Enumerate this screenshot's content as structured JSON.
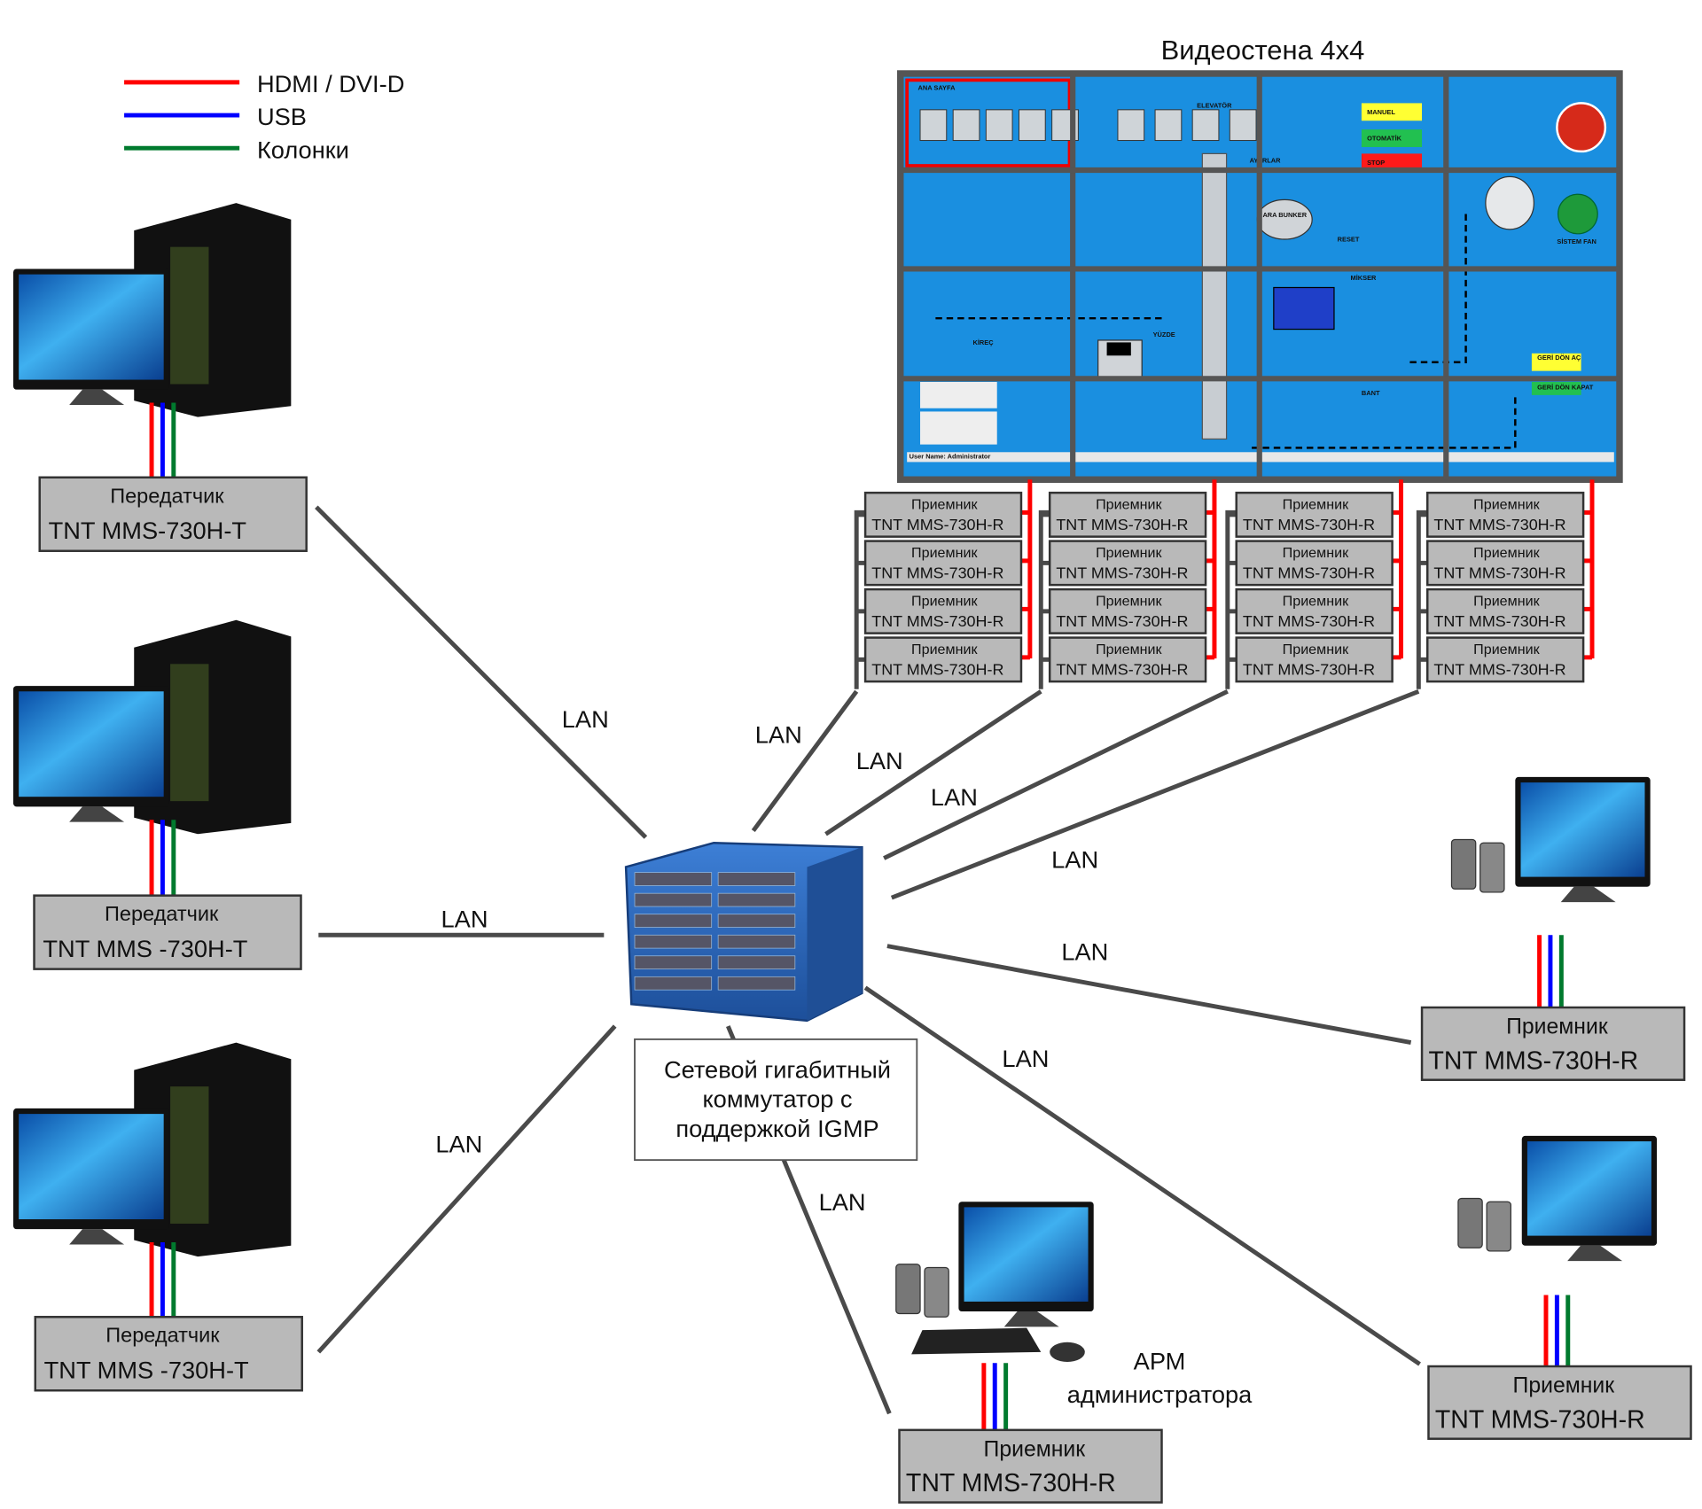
{
  "legend": [
    {
      "label": "HDMI / DVI-D",
      "color": "#ff0000"
    },
    {
      "label": "USB",
      "color": "#0000ff"
    },
    {
      "label": "Колонки",
      "color": "#007a2e"
    }
  ],
  "videowall": {
    "title": "Видеостена 4x4",
    "screen_color": "#1a8fe0",
    "grid_color": "#555555",
    "scada_labels": [
      "ANA SAYFA",
      "ELEVATÖR",
      "MANUEL",
      "OTOMATİK",
      "STOP",
      "AYARLAR",
      "ARA BUNKER",
      "RESET",
      "MİKSER",
      "SİSTEM FAN",
      "GERİ DÖN AÇ",
      "GERİ DÖN KAPAT",
      "KİREÇ",
      "YÜZDE",
      "BANT",
      "User Name: Administrator"
    ]
  },
  "transmitters": [
    {
      "line1": "Передатчик",
      "line2": "TNT MMS-730H-T"
    },
    {
      "line1": "Передатчик",
      "line2": "TNT MMS -730H-T"
    },
    {
      "line1": "Передатчик",
      "line2": "TNT MMS -730H-T"
    }
  ],
  "wall_receiver": {
    "line1": "Приемник",
    "line2": "TNT MMS-730H-R"
  },
  "wall_receiver_count": 16,
  "receivers": [
    {
      "line1": "Приемник",
      "line2": "TNT MMS-730H-R"
    },
    {
      "line1": "Приемник",
      "line2": "TNT MMS-730H-R"
    },
    {
      "line1": "Приемник",
      "line2": "TNT MMS-730H-R"
    }
  ],
  "switch": {
    "lines": [
      "Сетевой гигабитный",
      "коммутатор с",
      "поддержкой IGMP"
    ]
  },
  "admin_label": [
    "АРМ",
    "администратора"
  ],
  "lan_label": "LAN",
  "colors": {
    "box": "#b9b9b9",
    "lan": "#4a4a4a",
    "hdmi": "#ff0000",
    "usb": "#0000ff",
    "speakers": "#007a2e"
  }
}
